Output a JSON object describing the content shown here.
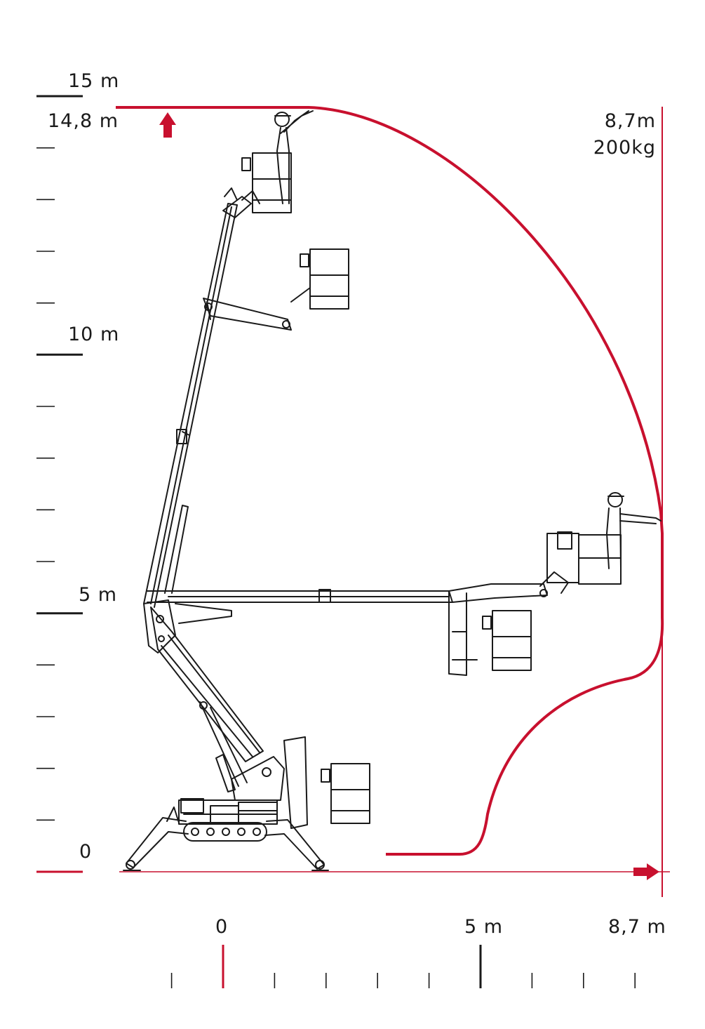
{
  "colors": {
    "red": "#c8102e",
    "ink": "#1a1a1a"
  },
  "vertical_scale": {
    "labels": {
      "top": "15 m",
      "max": "14,8 m",
      "ten": "10 m",
      "five": "5 m",
      "zero": "0"
    },
    "major_ticks_m": [
      0,
      5,
      10,
      15
    ],
    "minor_step_m": 1
  },
  "horizontal_scale": {
    "labels": {
      "zero": "0",
      "five": "5 m",
      "max": "8,7 m"
    },
    "major_ticks_m": [
      0,
      5
    ],
    "minor_step_m": 1
  },
  "spec": {
    "outreach": "8,7m",
    "load": "200kg"
  },
  "envelope": {
    "max_height_m": 14.8,
    "max_outreach_m": 8.7
  }
}
